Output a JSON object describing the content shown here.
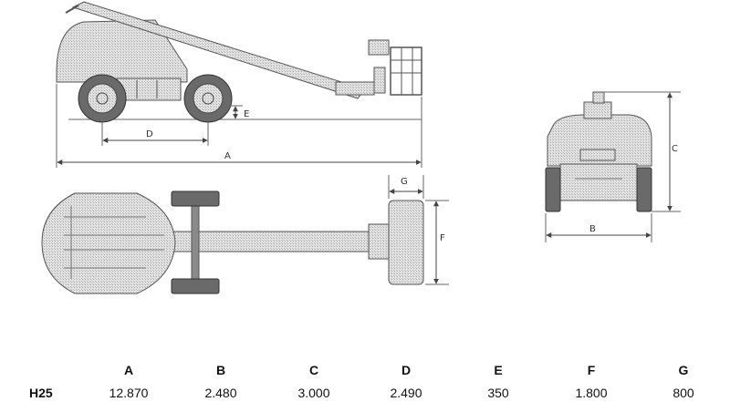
{
  "colors": {
    "machine_fill": "#d8d8d8",
    "outline": "#555555",
    "tire": "#6a6a6a",
    "dim_line": "#444444"
  },
  "diagram_labels": {
    "side": {
      "a": "A",
      "d": "D",
      "e": "E"
    },
    "top": {
      "f": "F",
      "g": "G"
    },
    "front": {
      "b": "B",
      "c": "C"
    }
  },
  "table": {
    "headers": [
      "A",
      "B",
      "C",
      "D",
      "E",
      "F",
      "G"
    ],
    "model": "H25",
    "values": [
      "12.870",
      "2.480",
      "3.000",
      "2.490",
      "350",
      "1.800",
      "800"
    ]
  }
}
